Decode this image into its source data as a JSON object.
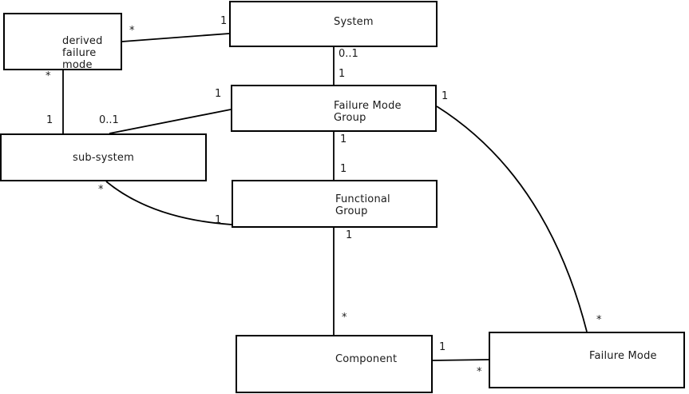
{
  "diagram_type": "uml-class-association-diagram",
  "colors": {
    "background": "#ffffff",
    "line": "#000000",
    "text": "#1a1a1a"
  },
  "entities": {
    "derived_failure_mode": {
      "lines": [
        "derived",
        "failure",
        "mode"
      ]
    },
    "system": {
      "label": "System"
    },
    "failure_mode_group": {
      "lines": [
        "Failure Mode",
        "Group"
      ]
    },
    "sub_system": {
      "label": "sub-system"
    },
    "functional_group": {
      "lines": [
        "Functional",
        "Group"
      ]
    },
    "component": {
      "label": "Component"
    },
    "failure_mode": {
      "label": "Failure Mode"
    }
  },
  "associations": {
    "derived_failure_mode__system": {
      "at_derived_failure_mode": "*",
      "at_system": "1"
    },
    "derived_failure_mode__sub_system": {
      "at_derived_failure_mode": "*",
      "at_sub_system": "1"
    },
    "system__failure_mode_group": {
      "at_system": "0..1",
      "at_failure_mode_group": "1"
    },
    "sub_system__failure_mode_group": {
      "at_sub_system": "0..1",
      "at_failure_mode_group": "1"
    },
    "failure_mode_group__functional_group": {
      "at_failure_mode_group": "1",
      "at_functional_group": "1"
    },
    "functional_group__component": {
      "at_functional_group": "1",
      "at_component": "*"
    },
    "sub_system__functional_group": {
      "at_sub_system": "*",
      "at_functional_group": "1"
    },
    "failure_mode_group__failure_mode": {
      "at_failure_mode_group": "1",
      "at_failure_mode": "*"
    },
    "component__failure_mode": {
      "at_component": "1",
      "at_failure_mode": "*"
    }
  }
}
